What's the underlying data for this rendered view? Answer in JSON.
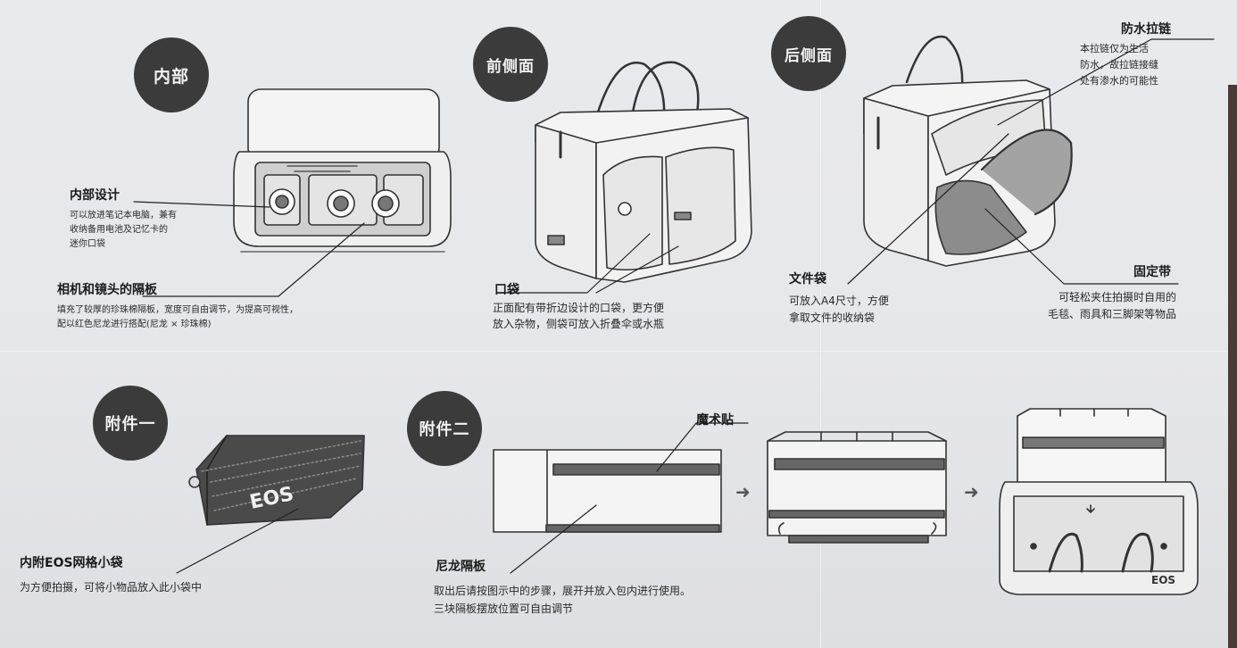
{
  "interior": {
    "badge": "内部",
    "design_title": "内部设计",
    "design_lines": [
      "可以放进笔记本电脑，兼有",
      "收纳备用电池及记忆卡的",
      "迷你口袋"
    ],
    "divider_title": "相机和镜头的隔板",
    "divider_lines": [
      "填充了较厚的珍珠棉隔板，宽度可自由调节，为提高可视性，",
      "配以红色尼龙进行搭配(尼龙 × 珍珠棉)"
    ]
  },
  "front": {
    "badge": "前侧面",
    "pocket_title": "口袋",
    "pocket_lines": [
      "正面配有带折边设计的口袋，更方便",
      "放入杂物，侧袋可放入折叠伞或水瓶"
    ]
  },
  "back": {
    "badge": "后侧面",
    "zipper_title": "防水拉链",
    "zipper_lines": [
      "本拉链仅为生活",
      "防水，故拉链接缝",
      "处有渗水的可能性"
    ],
    "file_title": "文件袋",
    "file_lines": [
      "可放入A4尺寸，方便",
      "拿取文件的收纳袋"
    ],
    "strap_title": "固定带",
    "strap_lines": [
      "可轻松夹住拍摄时自用的",
      "毛毯、雨具和三脚架等物品"
    ]
  },
  "accessory1": {
    "badge": "附件一",
    "title": "内附EOS网格小袋",
    "desc": "为方便拍摄，可将小物品放入此小袋中",
    "logo": "EOS"
  },
  "accessory2": {
    "badge": "附件二",
    "velcro_title": "魔术贴",
    "nylon_title": "尼龙隔板",
    "nylon_lines": [
      "取出后请按图示中的步骤，展开并放入包内进行使用。",
      "三块隔板摆放位置可自由调节"
    ],
    "arrow": "➜",
    "bag_logo": "EOS"
  }
}
